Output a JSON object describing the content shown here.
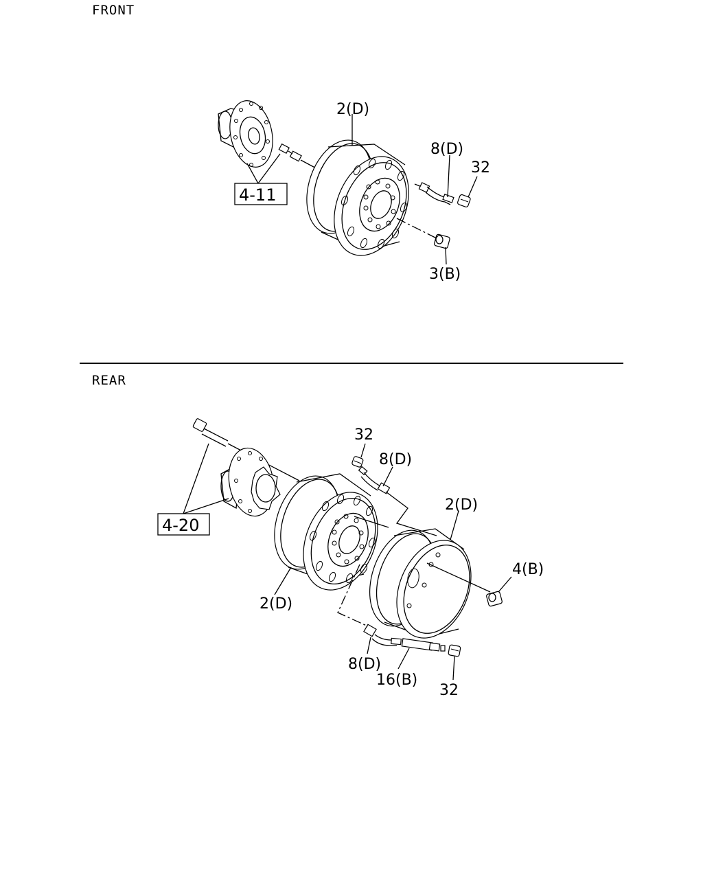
{
  "front": {
    "title": "FRONT",
    "labels": {
      "rim": "2(D)",
      "valve": "8(D)",
      "cap": "32",
      "nut": "3(B)",
      "ref_box": "4-11"
    }
  },
  "rear": {
    "title": "REAR",
    "labels": {
      "cap_top": "32",
      "valve_top": "8(D)",
      "rim_outer": "2(D)",
      "nut": "4(B)",
      "rim_inner": "2(D)",
      "valve_bottom": "8(D)",
      "extension": "16(B)",
      "cap_bottom": "32",
      "ref_box": "4-20"
    }
  }
}
